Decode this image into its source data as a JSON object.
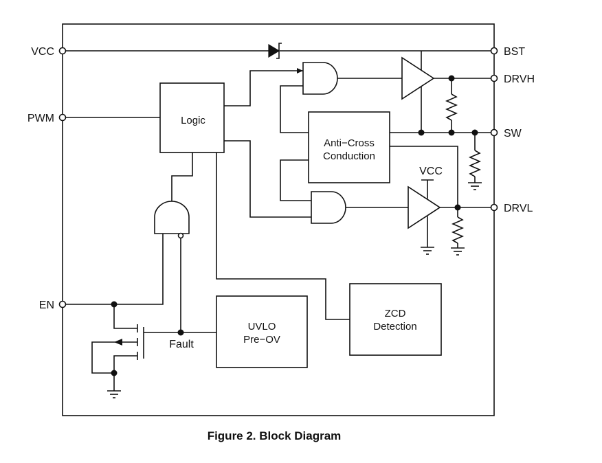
{
  "pins": {
    "vcc": "VCC",
    "pwm": "PWM",
    "en": "EN",
    "bst": "BST",
    "drvh": "DRVH",
    "sw": "SW",
    "drvl": "DRVL"
  },
  "blocks": {
    "logic": "Logic",
    "anti_cross_line1": "Anti−Cross",
    "anti_cross_line2": "Conduction",
    "uvlo_line1": "UVLO",
    "uvlo_line2": "Pre−OV",
    "zcd_line1": "ZCD",
    "zcd_line2": "Detection"
  },
  "labels": {
    "vcc_internal": "VCC",
    "fault": "Fault"
  },
  "caption": "Figure 2. Block Diagram"
}
